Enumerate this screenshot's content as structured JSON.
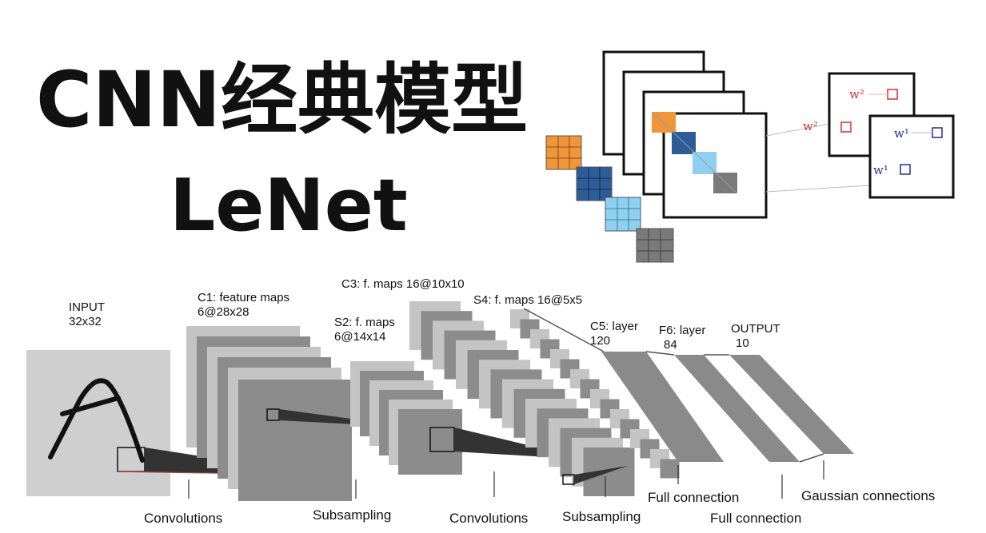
{
  "title": {
    "line1": "CNN经典模型",
    "line2": "LeNet"
  },
  "weights_figure": {
    "labels": [
      "w²",
      "w²",
      "w¹",
      "w¹"
    ],
    "colors": {
      "orange": "#f0953a",
      "dark_blue": "#2d5c96",
      "light_blue": "#8fd0f0",
      "gray": "#7a7a7a",
      "red": "#d83030",
      "navy": "#2828a0"
    }
  },
  "lenet": {
    "layers": {
      "input": [
        "INPUT",
        "32x32"
      ],
      "c1": [
        "C1: feature maps",
        "6@28x28"
      ],
      "s2": [
        "S2: f. maps",
        "6@14x14"
      ],
      "c3": [
        "C3: f. maps 16@10x10"
      ],
      "s4": [
        "S4: f. maps 16@5x5"
      ],
      "c5": [
        "C5: layer",
        "120"
      ],
      "f6": [
        "F6: layer",
        "84"
      ],
      "output": [
        "OUTPUT",
        "10"
      ]
    },
    "operations": [
      "Convolutions",
      "Subsampling",
      "Convolutions",
      "Subsampling",
      "Full connection",
      "Full connection",
      "Gaussian connections"
    ],
    "colors": {
      "input_bg": "#cfcfcf",
      "map_dark": "#8c8c8c",
      "map_light": "#c4c4c4",
      "band": "#8a8a8a"
    }
  }
}
